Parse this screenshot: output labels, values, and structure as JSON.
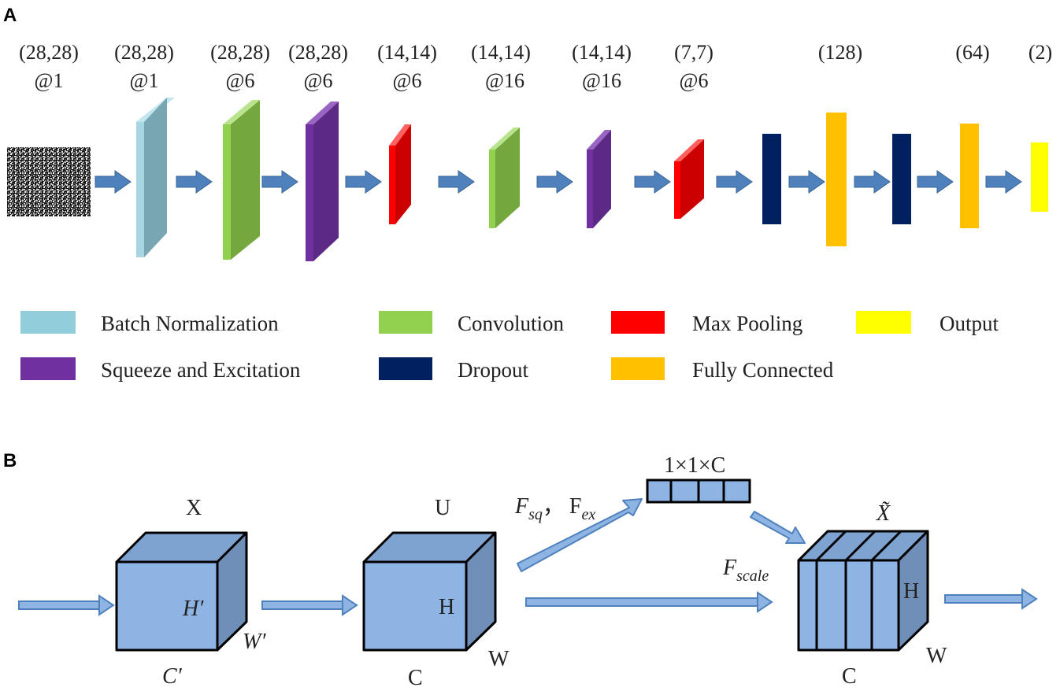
{
  "panel_a": {
    "label": "A",
    "dims": [
      {
        "line1": "(28,28)",
        "line2": "@1"
      },
      {
        "line1": "(28,28)",
        "line2": "@1"
      },
      {
        "line1": "(28,28)",
        "line2": "@6"
      },
      {
        "line1": "(28,28)",
        "line2": "@6"
      },
      {
        "line1": "(14,14)",
        "line2": "@6"
      },
      {
        "line1": "(14,14)",
        "line2": "@16"
      },
      {
        "line1": "(14,14)",
        "line2": "@16"
      },
      {
        "line1": "(7,7)",
        "line2": "@6"
      },
      {
        "line1": "(128)",
        "line2": ""
      },
      {
        "line1": "(64)",
        "line2": ""
      },
      {
        "line1": "(2)",
        "line2": ""
      }
    ],
    "layer_sequence": [
      "Batch Normalization",
      "Convolution",
      "Squeeze and Excitation",
      "Max Pooling",
      "Convolution",
      "Squeeze and Excitation",
      "Max Pooling",
      "Dropout",
      "Fully Connected",
      "Dropout",
      "Fully Connected",
      "Output"
    ],
    "legend": [
      {
        "label": "Batch Normalization",
        "color": "#92cddc"
      },
      {
        "label": "Convolution",
        "color": "#92d050"
      },
      {
        "label": "Max Pooling",
        "color": "#ff0000"
      },
      {
        "label": "Output",
        "color": "#ffff00"
      },
      {
        "label": "Squeeze and Excitation",
        "color": "#7030a0"
      },
      {
        "label": "Dropout",
        "color": "#002060"
      },
      {
        "label": "Fully Connected",
        "color": "#ffc000"
      }
    ]
  },
  "panel_b": {
    "label": "B",
    "cube_x": {
      "top": "X",
      "height": "H′",
      "width": "W′",
      "channel": "C′"
    },
    "cube_u": {
      "top": "U",
      "height": "H",
      "width": "W",
      "channel": "C"
    },
    "vector": {
      "label": "1×1×C",
      "cells": 4
    },
    "ops": {
      "squeeze": "F",
      "squeeze_sub": "sq",
      "sep": "，",
      "excite": "F",
      "excite_sub": "ex",
      "scale": "F",
      "scale_sub": "scale"
    },
    "cube_xt": {
      "top": "X̃",
      "height": "H",
      "width": "W",
      "channel": "C"
    }
  },
  "colors": {
    "arrow": "#4f81bd",
    "cube": "#8eb4e3",
    "cube_side": "#6f8fb8",
    "cube_top": "#7ea3d1"
  }
}
